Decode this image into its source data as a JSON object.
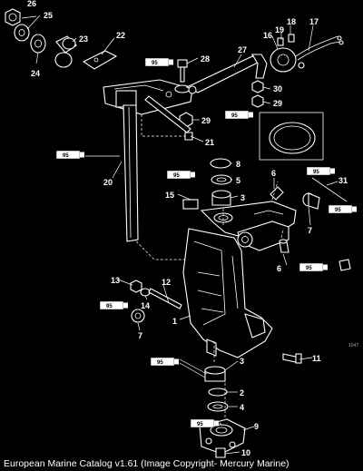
{
  "footer": {
    "caption": "European Marine Catalog v1.61 (Image Copyright- Mercury Marine)"
  },
  "corner_code": "1047",
  "tube_label": "95",
  "callouts": [
    {
      "id": "c26",
      "text": "26"
    },
    {
      "id": "c25",
      "text": "25"
    },
    {
      "id": "c24",
      "text": "24"
    },
    {
      "id": "c23",
      "text": "23"
    },
    {
      "id": "c22",
      "text": "22"
    },
    {
      "id": "c28",
      "text": "28"
    },
    {
      "id": "c27",
      "text": "27"
    },
    {
      "id": "c16",
      "text": "16"
    },
    {
      "id": "c19",
      "text": "19"
    },
    {
      "id": "c18",
      "text": "18"
    },
    {
      "id": "c17",
      "text": "17"
    },
    {
      "id": "c30",
      "text": "30"
    },
    {
      "id": "c29a",
      "text": "29"
    },
    {
      "id": "c29b",
      "text": "29"
    },
    {
      "id": "c21",
      "text": "21"
    },
    {
      "id": "c20",
      "text": "20"
    },
    {
      "id": "c8",
      "text": "8"
    },
    {
      "id": "c5",
      "text": "5"
    },
    {
      "id": "c15",
      "text": "15"
    },
    {
      "id": "c3a",
      "text": "3"
    },
    {
      "id": "c6a",
      "text": "6"
    },
    {
      "id": "c31",
      "text": "31"
    },
    {
      "id": "c7a",
      "text": "7"
    },
    {
      "id": "c6b",
      "text": "6"
    },
    {
      "id": "c13",
      "text": "13"
    },
    {
      "id": "c14",
      "text": "14"
    },
    {
      "id": "c12",
      "text": "12"
    },
    {
      "id": "c1",
      "text": "1"
    },
    {
      "id": "c7b",
      "text": "7"
    },
    {
      "id": "c11",
      "text": "11"
    },
    {
      "id": "c3b",
      "text": "3"
    },
    {
      "id": "c2",
      "text": "2"
    },
    {
      "id": "c4",
      "text": "4"
    },
    {
      "id": "c9",
      "text": "9"
    },
    {
      "id": "c10",
      "text": "10"
    }
  ]
}
